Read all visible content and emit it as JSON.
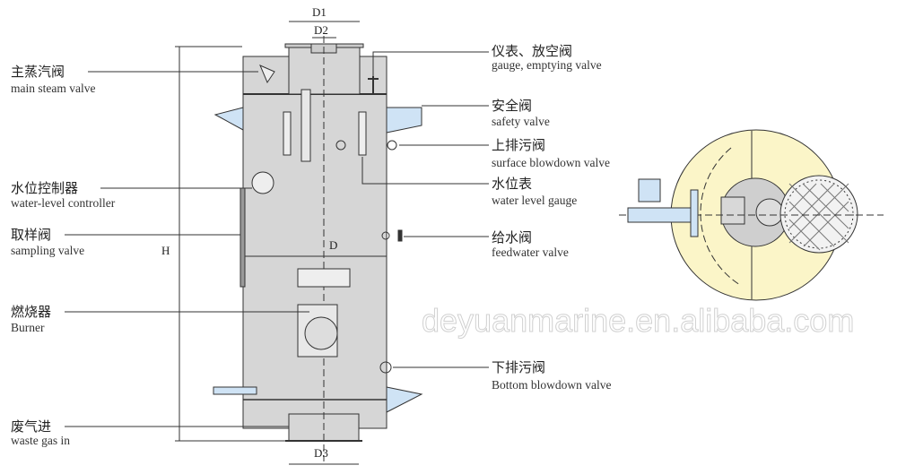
{
  "dimensions": {
    "d1": "D1",
    "d2": "D2",
    "d3": "D3",
    "d": "D",
    "h": "H"
  },
  "labels_left": [
    {
      "cn": "主蒸汽阀",
      "en": "main steam valve"
    },
    {
      "cn": "水位控制器",
      "en": "water-level controller"
    },
    {
      "cn": "取样阀",
      "en": "sampling valve"
    },
    {
      "cn": "燃烧器",
      "en": "Burner"
    },
    {
      "cn": "废气进",
      "en": "waste gas in"
    }
  ],
  "labels_right": [
    {
      "cn": "仪表、放空阀",
      "en": "gauge, emptying valve"
    },
    {
      "cn": "安全阀",
      "en": "safety valve"
    },
    {
      "cn": "上排污阀",
      "en": "surface blowdown valve"
    },
    {
      "cn": "水位表",
      "en": "water level gauge"
    },
    {
      "cn": "给水阀",
      "en": "feedwater  valve"
    },
    {
      "cn": "下排污阀",
      "en": "Bottom blowdown valve"
    }
  ],
  "watermark": "deyuanmarine.en.alibaba.com",
  "colors": {
    "body": "#d6d6d6",
    "top_view": "#fbf5c8",
    "accent": "#cfe3f5",
    "line": "#333333"
  }
}
